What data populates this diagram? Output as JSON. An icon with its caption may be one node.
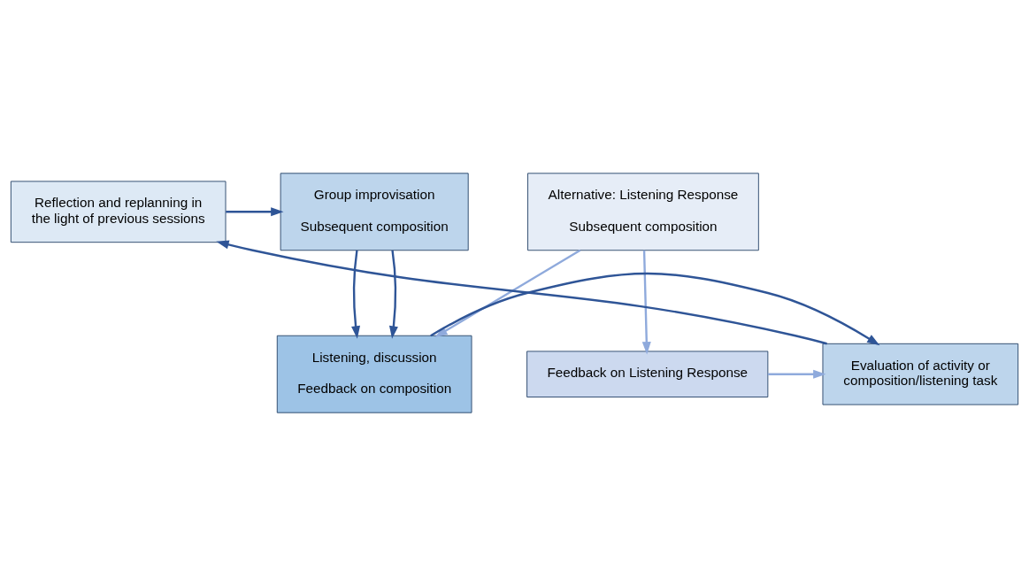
{
  "diagram": {
    "nodes": [
      {
        "text": [
          "Reflection and replanning in the light of previous sessions"
        ]
      },
      {
        "text": [
          "Group improvisation",
          "Subsequent composition"
        ]
      },
      {
        "text": [
          "Alternative: Listening Response",
          "Subsequent composition"
        ]
      },
      {
        "text": [
          "Evaluation of activity or composition/listening task"
        ]
      },
      {
        "text": [
          "Listening, discussion",
          "Feedback on composition"
        ]
      },
      {
        "text": [
          "Feedback on Listening Response"
        ]
      }
    ],
    "edges": [
      {
        "from": 0,
        "to": 1,
        "arrow": "to"
      },
      {
        "from": 1,
        "to": 4,
        "arrow": "to"
      },
      {
        "from": 1,
        "to": 4,
        "arrow": "to"
      },
      {
        "from": 2,
        "to": 4,
        "arrow": "to",
        "color": "#8faadc"
      },
      {
        "from": 2,
        "to": 5,
        "arrow": "to",
        "color": "#8faadc"
      },
      {
        "from": 4,
        "to": 3,
        "arrow": "to"
      },
      {
        "from": 5,
        "to": 3,
        "arrow": "to",
        "color": "#8faadc"
      },
      {
        "from": 3,
        "to": 0,
        "arrow": "to"
      }
    ]
  }
}
